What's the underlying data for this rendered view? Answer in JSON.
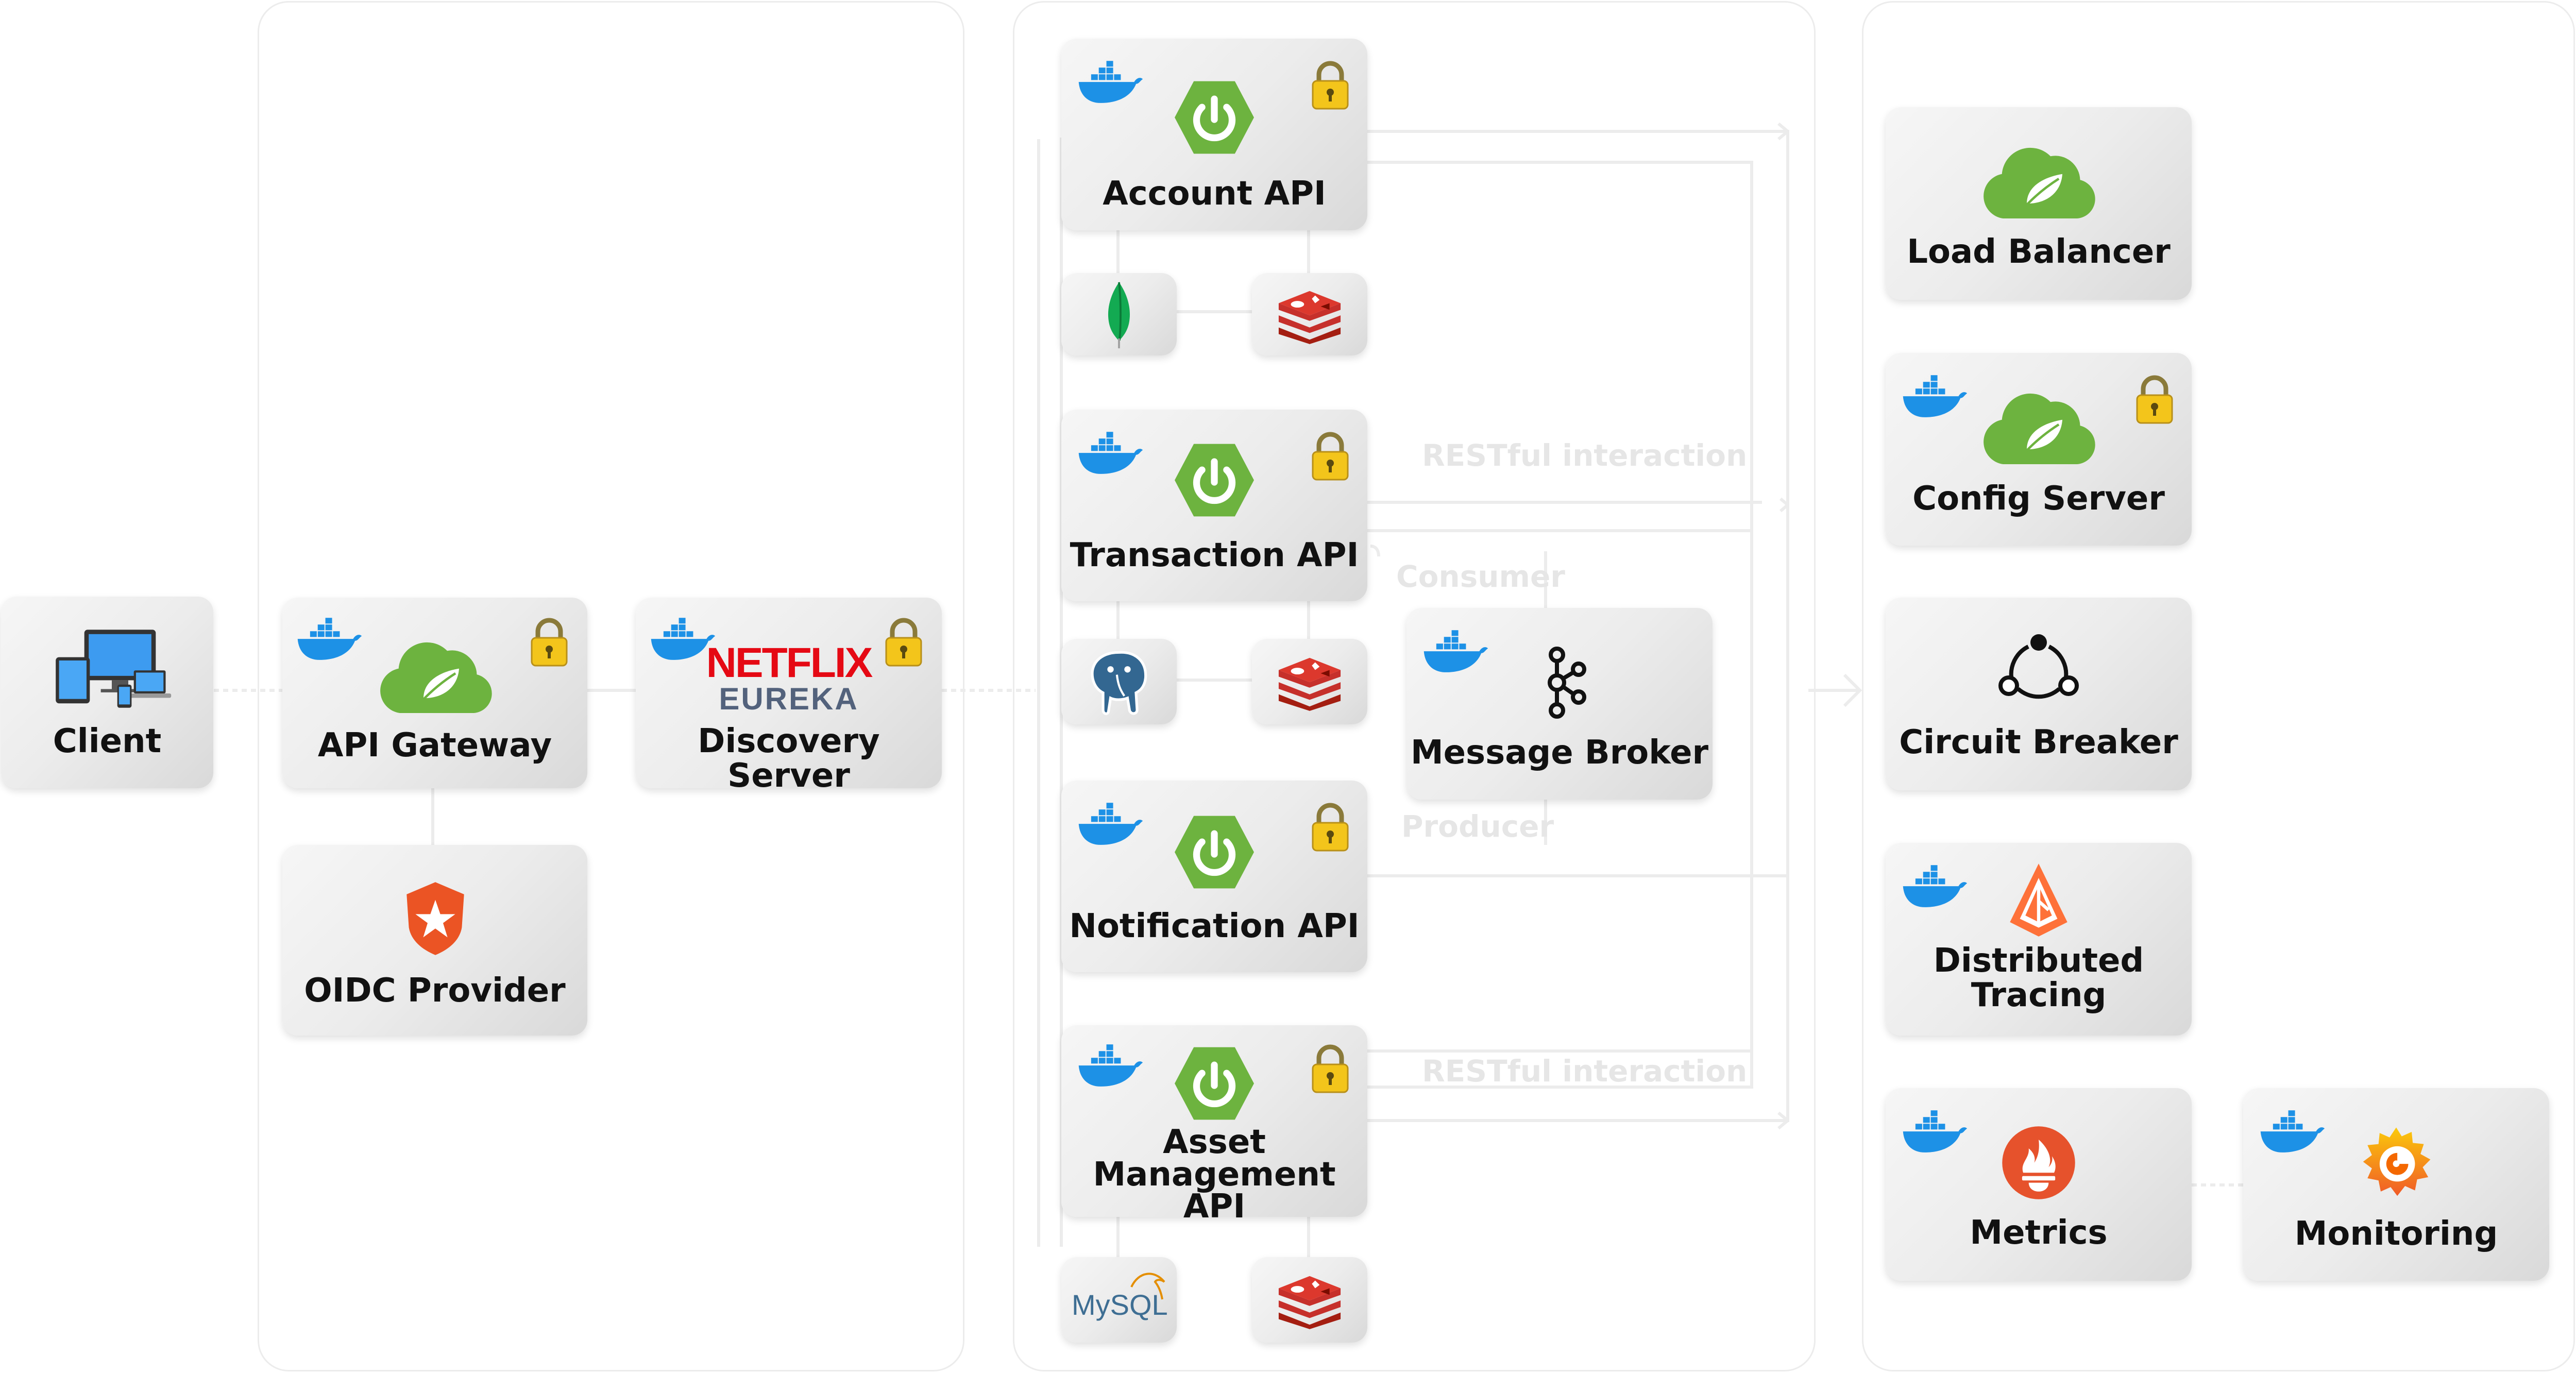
{
  "nodes": {
    "client": "Client",
    "api_gateway": "API Gateway",
    "discovery_server": "Discovery Server",
    "oidc_provider": "OIDC Provider",
    "account_api": "Account API",
    "transaction_api": "Transaction API",
    "notification_api": "Notification API",
    "asset_api": "Asset\nManagement API",
    "message_broker": "Message Broker",
    "load_balancer": "Load Balancer",
    "config_server": "Config Server",
    "circuit_breaker": "Circuit Breaker",
    "distributed_tracing": "Distributed\nTracing",
    "metrics": "Metrics",
    "monitoring": "Monitoring"
  },
  "logos": {
    "netflix": "NETFLIX",
    "eureka": "EUREKA",
    "mysql": "MySQL"
  },
  "annotations": {
    "restful_1": "RESTful interaction",
    "consumer": "Consumer",
    "producer": "Producer",
    "restful_2": "RESTful interaction"
  },
  "colors": {
    "spring_green": "#6db33f",
    "docker_blue": "#1d91e6",
    "redis_red": "#c6302b",
    "lock_gold": "#f3c51b",
    "auth0_orange": "#eb5424",
    "netflix_red": "#e50914",
    "prometheus_orange": "#e6522c",
    "grafana_orange": "#f46800"
  },
  "icons": [
    "docker-icon",
    "lock-icon",
    "spring-boot-icon",
    "spring-cloud-icon",
    "mongodb-icon",
    "redis-icon",
    "postgresql-icon",
    "mysql-icon",
    "kafka-icon",
    "auth0-icon",
    "devices-icon",
    "circuit-icon",
    "zipkin-icon",
    "prometheus-icon",
    "grafana-icon"
  ]
}
